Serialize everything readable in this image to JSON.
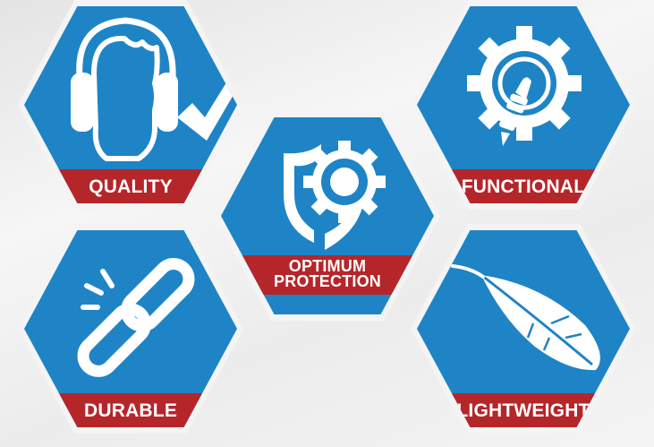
{
  "features": {
    "quality": {
      "label": "QUALITY",
      "icon": "earmuffs-check-icon"
    },
    "functional": {
      "label": "FUNCTIONAL",
      "icon": "gear-finger-icon"
    },
    "optimum": {
      "label_line1": "OPTIMUM",
      "label_line2": "PROTECTION",
      "icon": "shield-gear-icon"
    },
    "durable": {
      "label": "DURABLE",
      "icon": "broken-chain-icon"
    },
    "lightweight": {
      "label": "LIGHTWEIGHT",
      "icon": "feather-icon"
    }
  },
  "colors": {
    "hex_blue": "#1e84c6",
    "band_red": "#b5262a",
    "border": "#f4f4f4",
    "icon_white": "#ffffff"
  }
}
